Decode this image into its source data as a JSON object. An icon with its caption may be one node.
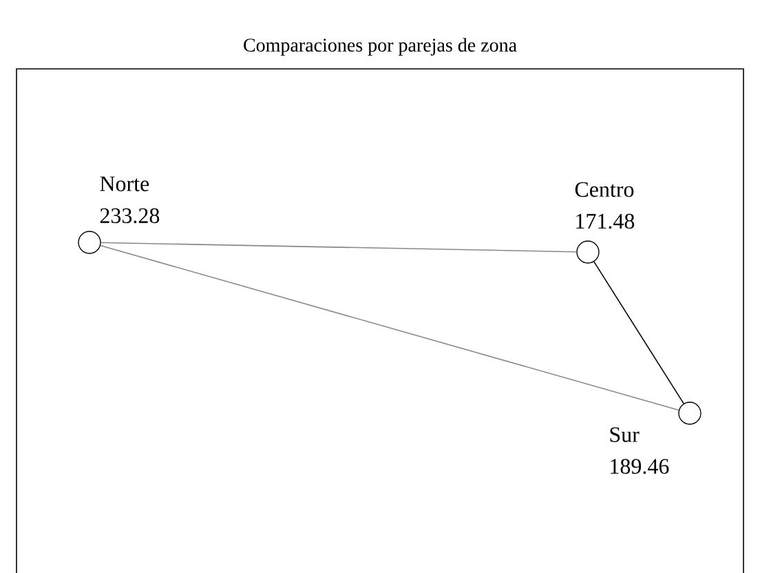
{
  "diagram": {
    "title": "Comparaciones por parejas de zona",
    "nodes": [
      {
        "text": [],
        "shape": "circle",
        "beside": [
          "Norte",
          "233.28"
        ]
      },
      {
        "text": [],
        "shape": "circle",
        "beside": [
          "Centro",
          "171.48"
        ]
      },
      {
        "text": [],
        "shape": "circle",
        "beside": [
          "Sur",
          "189.46"
        ]
      }
    ],
    "edges": [
      {
        "from": 0,
        "to": 1,
        "arrow": "none"
      },
      {
        "from": 0,
        "to": 2,
        "arrow": "none"
      },
      {
        "from": 1,
        "to": 2,
        "arrow": "none",
        "color": "#000000"
      }
    ]
  }
}
